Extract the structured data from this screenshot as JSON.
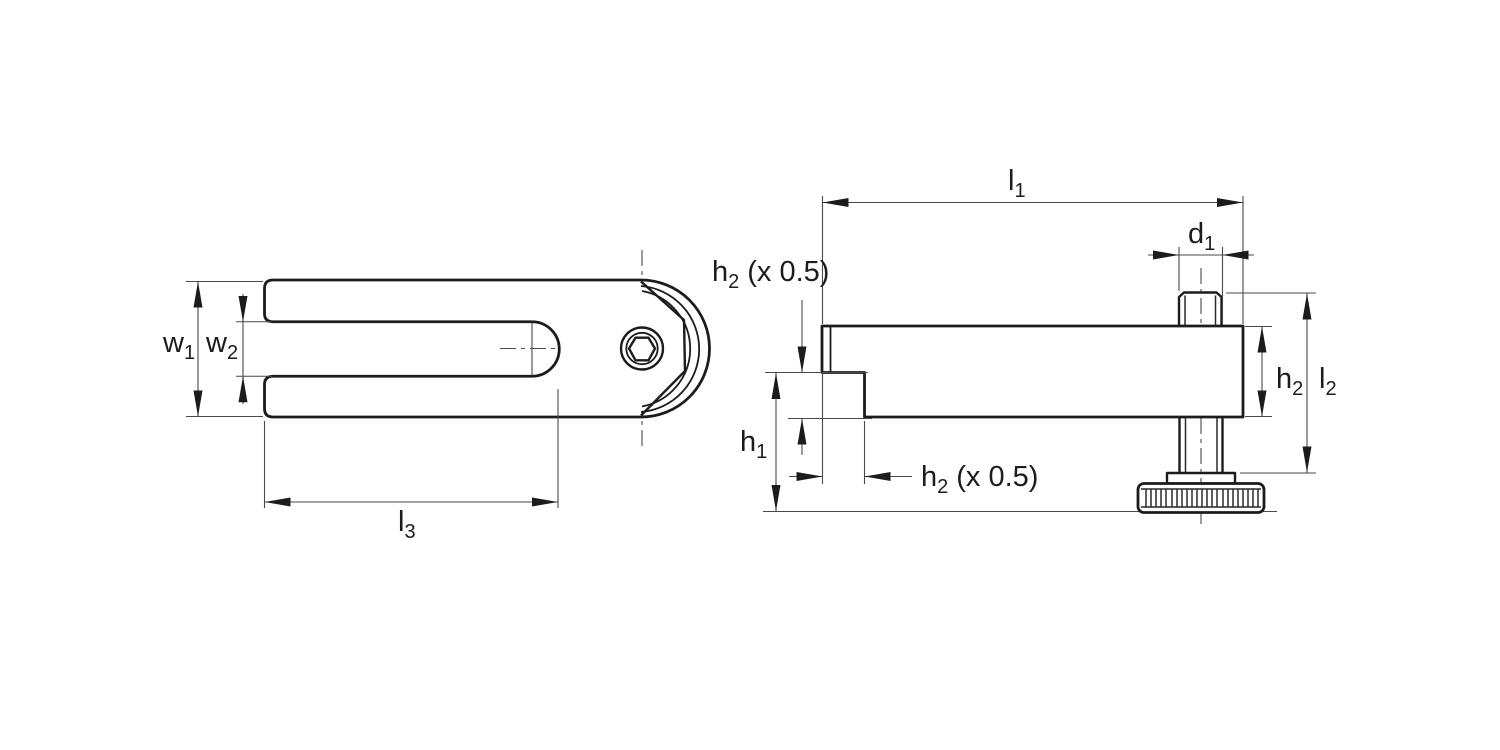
{
  "drawing": {
    "colors": {
      "background": "#ffffff",
      "outline": "#1c1c1c",
      "dimension_lines": "#4a4a4a",
      "text": "#1c1c1c"
    },
    "labels": {
      "w1": {
        "base": "w",
        "sub": "1"
      },
      "w2": {
        "base": "w",
        "sub": "2"
      },
      "l3": {
        "base": "l",
        "sub": "3"
      },
      "l1": {
        "base": "l",
        "sub": "1"
      },
      "d1": {
        "base": "d",
        "sub": "1"
      },
      "h1": {
        "base": "h",
        "sub": "1"
      },
      "h2": {
        "base": "h",
        "sub": "2"
      },
      "l2": {
        "base": "l",
        "sub": "2"
      },
      "h2_half_upper": {
        "base": "h",
        "sub": "2",
        "suffix": "(x 0.5)"
      },
      "h2_half_lower": {
        "base": "h",
        "sub": "2",
        "suffix": "(x 0.5)"
      }
    }
  }
}
